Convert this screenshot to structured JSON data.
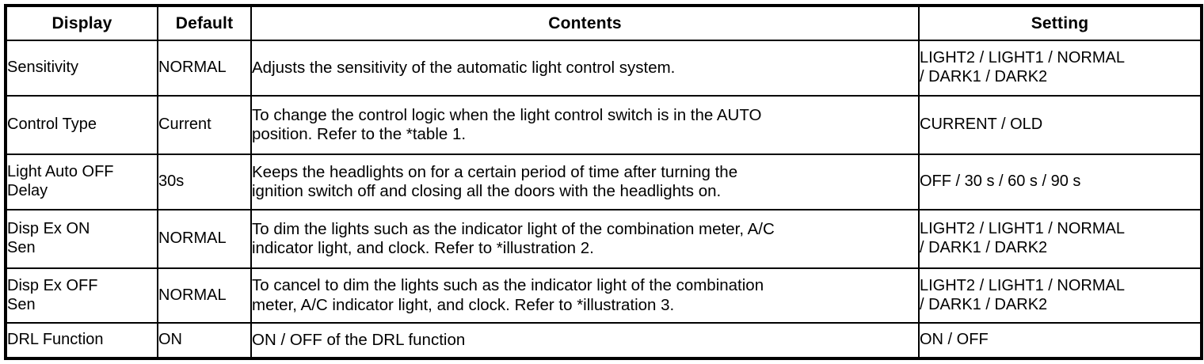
{
  "table": {
    "columns": [
      {
        "key": "display",
        "label": "Display"
      },
      {
        "key": "default",
        "label": "Default"
      },
      {
        "key": "contents",
        "label": "Contents"
      },
      {
        "key": "setting",
        "label": "Setting"
      }
    ],
    "rows": [
      {
        "display": "Sensitivity",
        "display_line1": "Sensitivity",
        "display_line2": "",
        "default": "NORMAL",
        "contents": "Adjusts the sensitivity of the automatic light control system.",
        "contents_line1": "Adjusts the sensitivity of the automatic light control system.",
        "contents_line2": "",
        "setting": "LIGHT2 / LIGHT1 / NORMAL / DARK1 / DARK2",
        "setting_line1": "LIGHT2 / LIGHT1 / NORMAL",
        "setting_line2": "/ DARK1 / DARK2"
      },
      {
        "display": "Control Type",
        "display_line1": "Control Type",
        "display_line2": "",
        "default": "Current",
        "contents": "To change the control logic when the light control switch is in the AUTO position. Refer to the *table 1.",
        "contents_line1": "To change the control logic when the light control switch is in the AUTO",
        "contents_line2": "position. Refer to the *table 1.",
        "setting": "CURRENT / OLD",
        "setting_line1": "CURRENT / OLD",
        "setting_line2": ""
      },
      {
        "display": "Light Auto OFF Delay",
        "display_line1": "Light Auto OFF",
        "display_line2": "Delay",
        "default": "30s",
        "contents": "Keeps the headlights on for a certain period of time after turning the ignition switch off and closing all the doors with the headlights on.",
        "contents_line1": "Keeps the headlights on for a certain period of time after turning the",
        "contents_line2": "ignition switch off and closing all the doors with the headlights on.",
        "setting": "OFF / 30 s / 60 s / 90 s",
        "setting_line1": "OFF / 30 s / 60 s / 90 s",
        "setting_line2": ""
      },
      {
        "display": "Disp Ex ON Sen",
        "display_line1": "Disp Ex ON",
        "display_line2": "Sen",
        "default": "NORMAL",
        "contents": "To dim the lights such as the indicator light of the combination meter, A/C indicator light, and clock. Refer to *illustration 2.",
        "contents_line1": "To dim the lights such as the indicator light of the combination meter, A/C",
        "contents_line2": "indicator light, and clock. Refer to *illustration 2.",
        "setting": "LIGHT2 / LIGHT1 / NORMAL / DARK1 / DARK2",
        "setting_line1": "LIGHT2 / LIGHT1 / NORMAL",
        "setting_line2": "/ DARK1 / DARK2"
      },
      {
        "display": "Disp Ex OFF Sen",
        "display_line1": "Disp Ex OFF",
        "display_line2": "Sen",
        "default": "NORMAL",
        "contents": "To cancel to dim the lights such as the indicator light of the combination meter, A/C indicator light, and clock. Refer to *illustration 3.",
        "contents_line1": "To cancel to dim the lights such as the indicator light of the combination",
        "contents_line2": "meter, A/C indicator light, and clock. Refer to *illustration 3.",
        "setting": "LIGHT2 / LIGHT1 / NORMAL / DARK1 / DARK2",
        "setting_line1": "LIGHT2 / LIGHT1 / NORMAL",
        "setting_line2": "/ DARK1 / DARK2"
      },
      {
        "display": "DRL Function",
        "display_line1": "DRL Function",
        "display_line2": "",
        "default": "ON",
        "contents": "ON / OFF of the DRL function",
        "contents_line1": "ON / OFF of the DRL function",
        "contents_line2": "",
        "setting": "ON / OFF",
        "setting_line1": "ON / OFF",
        "setting_line2": ""
      }
    ]
  },
  "colors": {
    "border": "#000000",
    "text": "#000000",
    "background": "#ffffff"
  }
}
